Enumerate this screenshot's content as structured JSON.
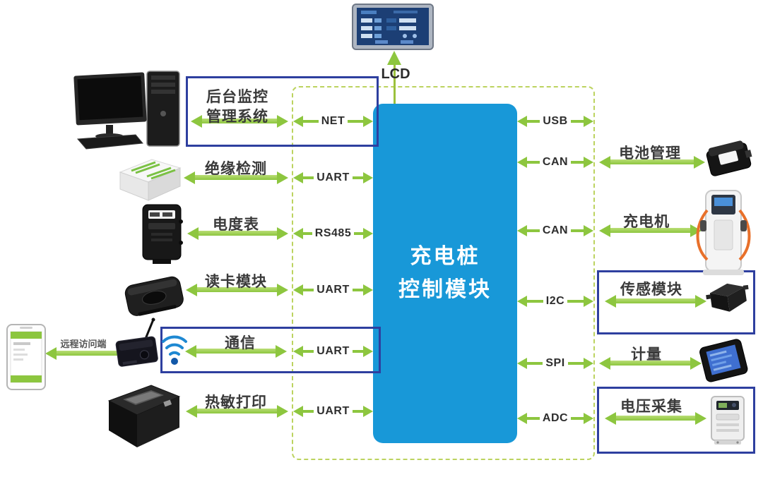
{
  "title": {
    "line1": "充电桩",
    "line2": "控制模块"
  },
  "lcd": {
    "label": "LCD"
  },
  "left_rows": [
    {
      "label": "后台监控管理系统",
      "interface": "NET",
      "boxed": true,
      "device": "desktop-computer"
    },
    {
      "label": "绝缘检测",
      "interface": "UART",
      "boxed": false,
      "device": "insulation-detector"
    },
    {
      "label": "电度表",
      "interface": "RS485",
      "boxed": false,
      "device": "electricity-meter"
    },
    {
      "label": "读卡模块",
      "interface": "UART",
      "boxed": false,
      "device": "card-reader"
    },
    {
      "label": "通信",
      "interface": "UART",
      "boxed": true,
      "device": "wireless-router"
    },
    {
      "label": "热敏打印",
      "interface": "UART",
      "boxed": false,
      "device": "thermal-printer"
    }
  ],
  "right_rows": [
    {
      "label": "",
      "interface": "USB",
      "boxed": false,
      "device": ""
    },
    {
      "label": "电池管理",
      "interface": "CAN",
      "boxed": false,
      "device": "battery-management-module"
    },
    {
      "label": "充电机",
      "interface": "CAN",
      "boxed": false,
      "device": "charging-machine"
    },
    {
      "label": "传感模块",
      "interface": "I2C",
      "boxed": true,
      "device": "sensor-module"
    },
    {
      "label": "计量",
      "interface": "SPI",
      "boxed": false,
      "device": "metering-device"
    },
    {
      "label": "电压采集",
      "interface": "ADC",
      "boxed": true,
      "device": "voltage-collector"
    }
  ],
  "remote": {
    "label": "远程访问端",
    "device_left": "smartphone",
    "device_right": "wireless-router"
  },
  "icons": {
    "wifi": "wifi-icon",
    "lcd": "lcd-display",
    "computer": "desktop-computer",
    "insulation": "insulation-detector",
    "meter": "electricity-meter",
    "card_reader": "card-reader",
    "phone": "smartphone",
    "router": "wireless-router",
    "printer": "thermal-printer",
    "battery": "battery-management-module",
    "charger": "charging-machine",
    "sensor": "sensor-module",
    "metering": "metering-device",
    "voltage": "voltage-collector"
  },
  "colors": {
    "module": "#1898D8",
    "arrow": "#8DC63F",
    "arrow_light": "#B9DD75",
    "dashed_border": "#BCD35F",
    "highlight_box": "#2E3F9F",
    "text": "#3A3A3A"
  }
}
